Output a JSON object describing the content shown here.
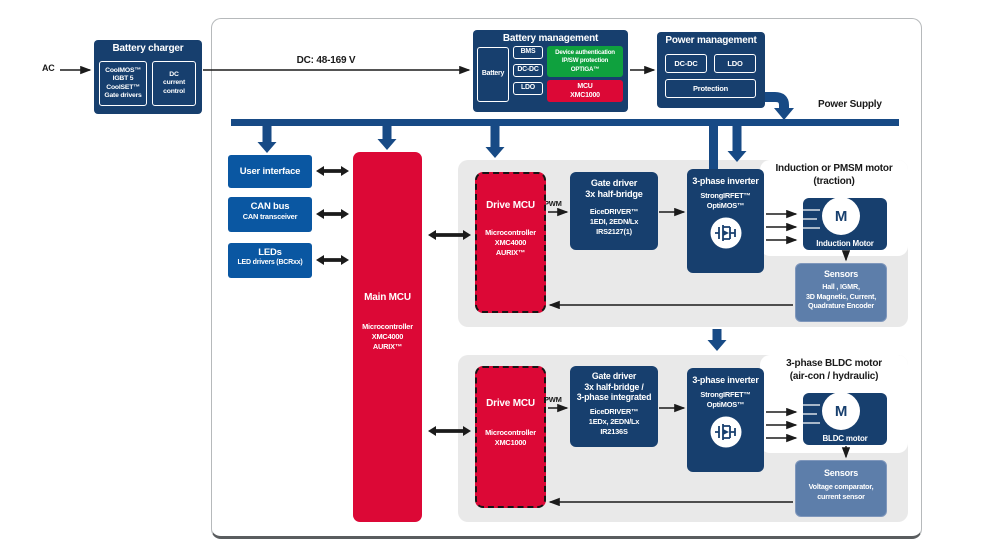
{
  "labels": {
    "ac": "AC",
    "dc_link": "DC: 48-169 V",
    "power_supply": "Power Supply",
    "pwm": "PWM"
  },
  "battery_charger": {
    "title": "Battery charger",
    "devices": "CoolMOS™\nIGBT 5\nCoolSET™\nGate drivers",
    "control": "DC\ncurrent\ncontrol"
  },
  "battery_management": {
    "title": "Battery management",
    "battery": "Battery",
    "bms": "BMS",
    "dcdc": "DC-DC",
    "ldo": "LDO",
    "security": "Device authentication\nIP/SW protection\nOPTIGA™",
    "mcu": "MCU\nXMC1000"
  },
  "power_management": {
    "title": "Power management",
    "dcdc": "DC-DC",
    "ldo": "LDO",
    "protection": "Protection"
  },
  "peripherals": {
    "user_interface": "User interface",
    "can_bus_title": "CAN bus",
    "can_bus_sub": "CAN transceiver",
    "leds_title": "LEDs",
    "leds_sub": "LED drivers (BCRxx)"
  },
  "main_mcu": {
    "title": "Main MCU",
    "sub": "Microcontroller\nXMC4000\nAURIX™"
  },
  "traction": {
    "title": "Induction or PMSM motor\n(traction)",
    "drive_mcu_title": "Drive MCU",
    "drive_mcu_sub": "Microcontroller\nXMC4000\nAURIX™",
    "gate_driver_title": "Gate driver\n3x half-bridge",
    "gate_driver_sub": "EiceDRIVER™\n1EDI, 2EDN/Lx\nIRS2127(1)",
    "inverter_title": "3-phase inverter",
    "inverter_sub": "StrongIRFET™\nOptiMOS™",
    "motor_letter": "M",
    "motor_label": "Induction Motor",
    "sensors_title": "Sensors",
    "sensors_sub": "Hall , IGMR,\n3D Magnetic, Current,\nQuadrature Encoder"
  },
  "bldc": {
    "title": "3-phase BLDC motor\n(air-con / hydraulic)",
    "drive_mcu_title": "Drive MCU",
    "drive_mcu_sub": "Microcontroller\nXMC1000",
    "gate_driver_title": "Gate driver\n3x half-bridge /\n3-phase integrated",
    "gate_driver_sub": "EiceDRIVER™\n1EDx, 2EDN/Lx\nIR2136S",
    "inverter_title": "3-phase inverter",
    "inverter_sub": "StrongIRFET™\nOptiMOS™",
    "motor_letter": "M",
    "motor_label": "BLDC motor",
    "sensors_title": "Sensors",
    "sensors_sub": "Voltage comparator,\ncurrent sensor"
  },
  "colors": {
    "navy": "#173f6e",
    "blue": "#0a57a2",
    "red": "#dc0836",
    "green": "#0fa13e",
    "sensor_blue": "#5d7eaa",
    "panel_gray": "#e9e9e9",
    "arrow_blue": "#174a85",
    "line_dark": "#1b1b1b"
  }
}
